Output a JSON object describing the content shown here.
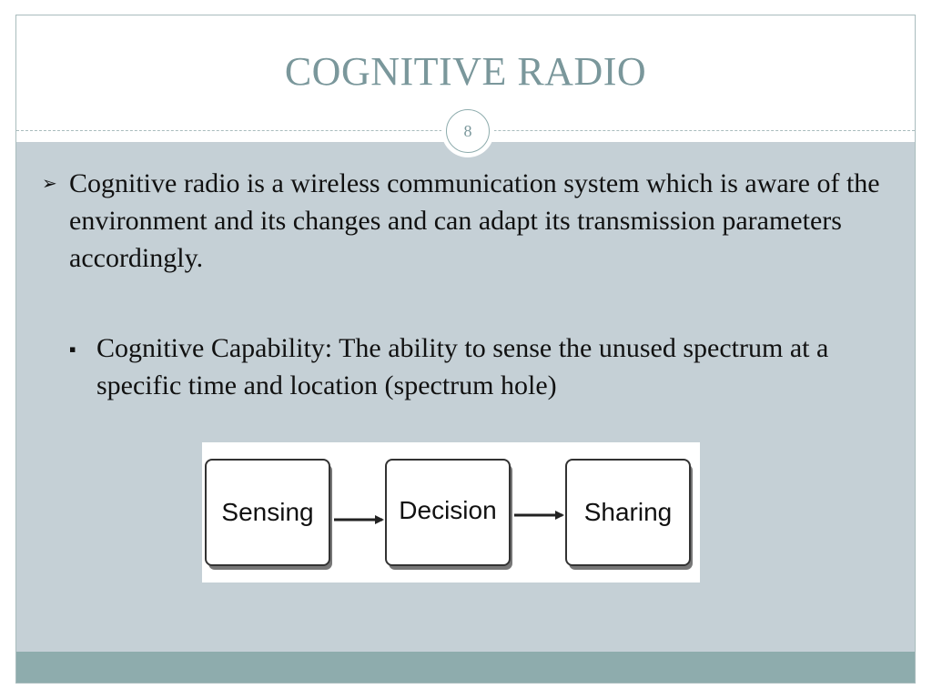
{
  "slide": {
    "title": "COGNITIVE RADIO",
    "page_number": "8",
    "bullets": [
      {
        "marker": "➢",
        "text": "Cognitive radio is a wireless communication system which is aware of the environment and its changes and can adapt its transmission parameters accordingly."
      }
    ],
    "sub_bullets": [
      {
        "marker": "▪",
        "text": "Cognitive Capability: The ability to sense the unused spectrum at a specific time and location (spectrum hole)"
      }
    ],
    "diagram": {
      "steps": [
        "Sensing",
        "Decision",
        "Sharing"
      ]
    }
  },
  "colors": {
    "title": "#7a979b",
    "content_background": "#c5d0d6",
    "footer_bar": "#8eacad",
    "border": "#a9bcbd"
  }
}
